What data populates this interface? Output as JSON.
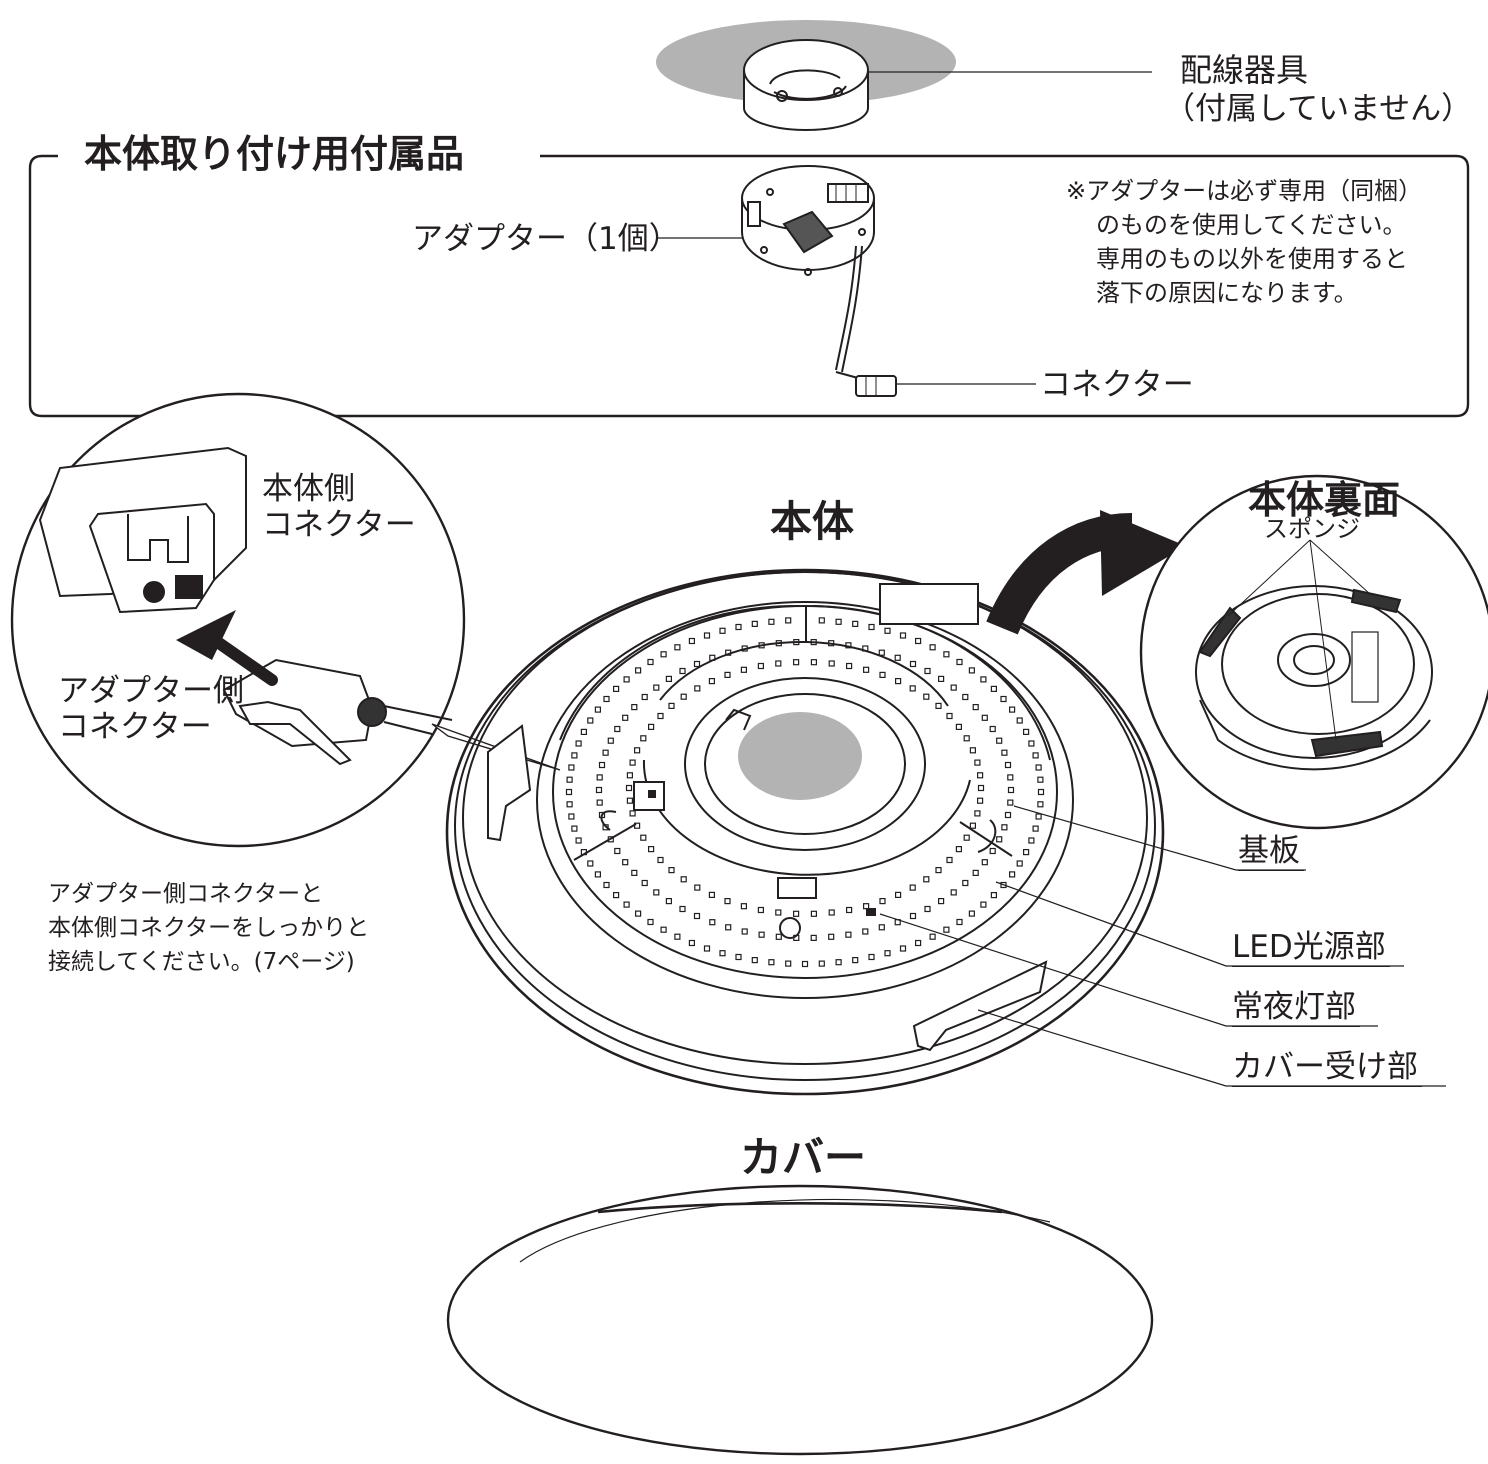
{
  "labels": {
    "wiring_fixture": "配線器具",
    "wiring_fixture_note": "（付属していません）",
    "accessories_title": "本体取り付け用付属品",
    "adapter": "アダプター（1個）",
    "connector": "コネクター",
    "adapter_note": [
      "※アダプターは必ず専用（同梱）",
      "のものを使用してください。",
      "専用のもの以外を使用すると",
      "落下の原因になります。"
    ],
    "body_side_connector": [
      "本体側",
      "コネクター"
    ],
    "adapter_side_connector": [
      "アダプター側",
      "コネクター"
    ],
    "body_title": "本体",
    "body_back_title": "本体裏面",
    "sponge": "スポンジ",
    "board": "基板",
    "led_source": "LED光源部",
    "night_light": "常夜灯部",
    "cover_receiver": "カバー受け部",
    "cover_title": "カバー",
    "connection_note": [
      "アダプター側コネクターと",
      "本体側コネクターをしっかりと",
      "接続してください。(7ページ)"
    ]
  },
  "colors": {
    "line": "#231f20",
    "shade": "#b3b3b3",
    "fill_dark": "#333333",
    "background": "#ffffff"
  },
  "icons": [
    "arrow-up-left-icon",
    "curved-arrow-right-icon"
  ]
}
